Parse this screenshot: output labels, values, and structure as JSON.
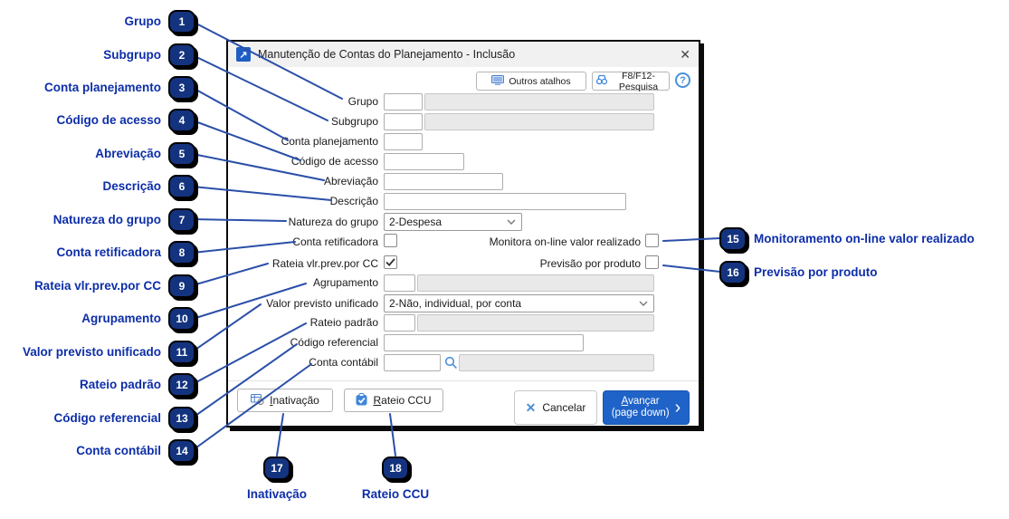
{
  "window": {
    "title": "Manutenção de Contas do Planejamento - Inclusão"
  },
  "icons": {
    "window_arrow": "↗",
    "close": "✕",
    "help": "?",
    "cancel": "✕",
    "forward": "›"
  },
  "toolbar": {
    "outros_atalhos": "Outros atalhos",
    "f8_pesquisa": "F8/F12-Pesquisa"
  },
  "form": {
    "labels": {
      "grupo": "Grupo",
      "subgrupo": "Subgrupo",
      "conta_planejamento": "Conta planejamento",
      "codigo_de_acesso": "Código de acesso",
      "abreviacao": "Abreviação",
      "descricao": "Descrição",
      "natureza_do_grupo": "Natureza do grupo",
      "conta_retificadora": "Conta retificadora",
      "monitora_online": "Monitora on-line valor realizado",
      "rateia_vlr_prev": "Rateia vlr.prev.por CC",
      "previsao_produto": "Previsão por produto",
      "agrupamento": "Agrupamento",
      "valor_previsto_unificado": "Valor previsto unificado",
      "rateio_padrao": "Rateio padrão",
      "codigo_referencial": "Código referencial",
      "conta_contabil": "Conta contábil"
    },
    "values": {
      "natureza_do_grupo": "2-Despesa",
      "valor_previsto_unificado": "2-Não, individual, por conta",
      "grupo": "",
      "subgrupo": "",
      "conta_planejamento": "",
      "codigo_de_acesso": "",
      "abreviacao": "",
      "descricao": "",
      "agrupamento": "",
      "rateio_padrao": "",
      "codigo_referencial": "",
      "conta_contabil": ""
    },
    "checks": {
      "conta_retificadora": false,
      "monitora_online": false,
      "rateia_vlr_prev": true,
      "previsao_produto": false
    }
  },
  "buttons": {
    "inativacao": {
      "key": "I",
      "rest": "nativação"
    },
    "rateio_ccu": {
      "key": "R",
      "rest": "ateio CCU"
    },
    "cancelar": "Cancelar",
    "avancar": {
      "key": "A",
      "rest": "vançar",
      "sub": "(page down)"
    }
  },
  "callouts": {
    "left": [
      {
        "n": "1",
        "label": "Grupo"
      },
      {
        "n": "2",
        "label": "Subgrupo"
      },
      {
        "n": "3",
        "label": "Conta planejamento"
      },
      {
        "n": "4",
        "label": "Código de acesso"
      },
      {
        "n": "5",
        "label": "Abreviação"
      },
      {
        "n": "6",
        "label": "Descrição"
      },
      {
        "n": "7",
        "label": "Natureza do grupo"
      },
      {
        "n": "8",
        "label": "Conta retificadora"
      },
      {
        "n": "9",
        "label": "Rateia vlr.prev.por CC"
      },
      {
        "n": "10",
        "label": "Agrupamento"
      },
      {
        "n": "11",
        "label": "Valor previsto unificado"
      },
      {
        "n": "12",
        "label": "Rateio padrão"
      },
      {
        "n": "13",
        "label": "Código referencial"
      },
      {
        "n": "14",
        "label": "Conta contábil"
      }
    ],
    "right": [
      {
        "n": "15",
        "label": "Monitoramento on-line valor realizado"
      },
      {
        "n": "16",
        "label": "Previsão por produto"
      }
    ],
    "bottom": [
      {
        "n": "17",
        "label": "Inativação"
      },
      {
        "n": "18",
        "label": "Rateio CCU"
      }
    ]
  },
  "colors": {
    "accent_blue": "#1f63c8",
    "callout_badge": "#14337f",
    "callout_text": "#0d2ea8",
    "callout_line": "#2b4fa8",
    "icon_blue": "#3f86dd"
  }
}
